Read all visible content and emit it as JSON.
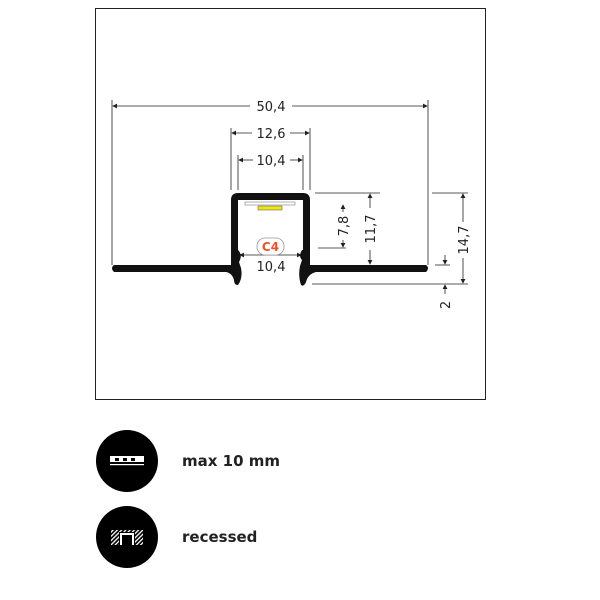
{
  "drawing": {
    "overall_width": "50,4",
    "outer_channel_width": "12,6",
    "inner_channel_width": "10,4",
    "opening_width": "10,4",
    "led_depth": "7,8",
    "channel_depth": "11,7",
    "total_height": "14,7",
    "flange_thickness": "2",
    "profile_code": "C4",
    "profile_code_color": "#e8542a",
    "led_color": "#f2e21a"
  },
  "legend": [
    {
      "icon": "led-strip-icon",
      "label": "max 10 mm"
    },
    {
      "icon": "recessed-mount-icon",
      "label": "recessed"
    }
  ]
}
